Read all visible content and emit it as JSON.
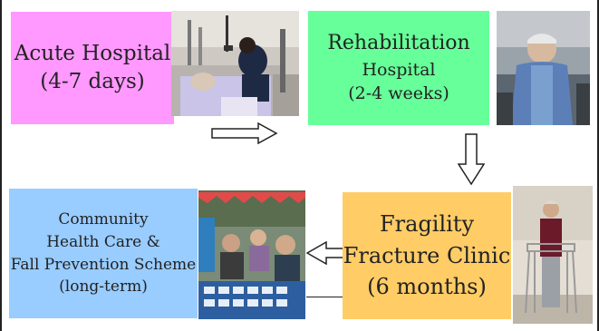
{
  "stages": {
    "acute": {
      "line1": "Acute Hospital",
      "line2": "(4-7 days)",
      "color": "#ff99ff"
    },
    "rehab": {
      "line1": "Rehabilitation",
      "line2": "Hospital",
      "line3": "(2-4 weeks)",
      "color": "#66ff99"
    },
    "fracture": {
      "line1": "Fragility",
      "line2": "Fracture Clinic",
      "line3": "(6 months)",
      "color": "#ffcc66"
    },
    "community": {
      "line1": "Community",
      "line2": "Health Care &",
      "line3": "Fall Prevention Scheme",
      "line4": "(long-term)",
      "color": "#99ccff"
    }
  },
  "icons": {
    "arrow_right": "hollow-arrow-right",
    "arrow_down": "hollow-arrow-down",
    "arrow_left": "hollow-arrow-left"
  }
}
